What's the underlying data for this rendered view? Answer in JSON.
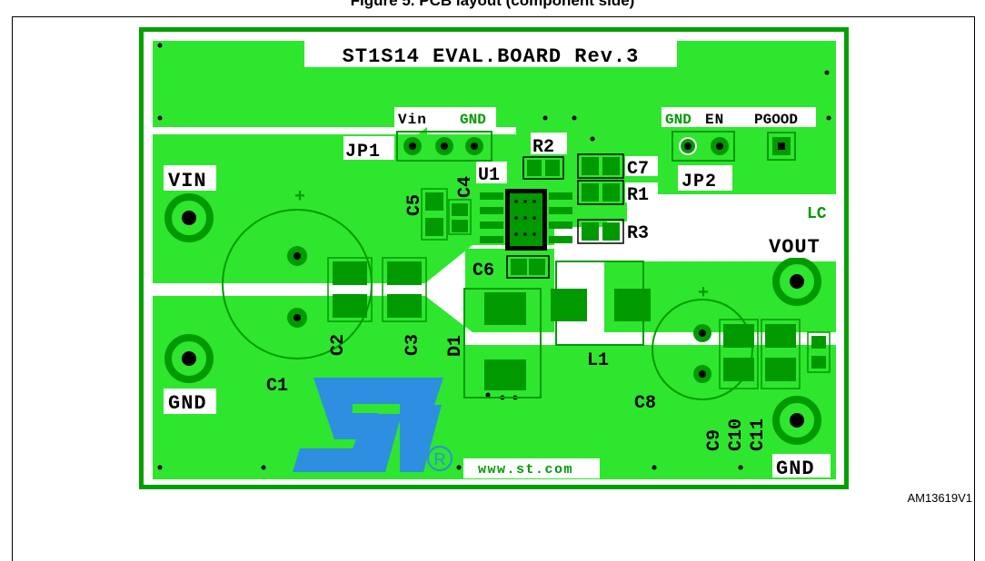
{
  "figure": {
    "caption": "Figure 5. PCB layout (component side)",
    "figure_id": "AM13619V1"
  },
  "board": {
    "title": "ST1S14 EVAL.BOARD Rev.3",
    "url": "www.st.com",
    "logo": "ST",
    "registered": "R",
    "colors": {
      "copper": "#2ee62e",
      "edge": "#00a000",
      "silk": "#000000",
      "pad": "#009a00",
      "logo": "#2e8ee0"
    }
  },
  "labels": {
    "vin_conn": "VIN",
    "gnd_conn_left": "GND",
    "vout_conn": "VOUT",
    "gnd_conn_right": "GND",
    "jp1": "JP1",
    "jp1_vin": "Vin",
    "jp1_gnd": "GND",
    "jp2": "JP2",
    "jp2_gnd": "GND",
    "jp2_en": "EN",
    "pgood": "PGOOD",
    "lc": "LC",
    "u1": "U1",
    "r1": "R1",
    "r2": "R2",
    "r3": "R3",
    "c1": "C1",
    "c2": "C2",
    "c3": "C3",
    "c4": "C4",
    "c5": "C5",
    "c6": "C6",
    "c7": "C7",
    "c8": "C8",
    "c9": "C9",
    "c10": "C10",
    "c11": "C11",
    "d1": "D1",
    "l1": "L1",
    "plus1": "+",
    "plus8": "+"
  }
}
